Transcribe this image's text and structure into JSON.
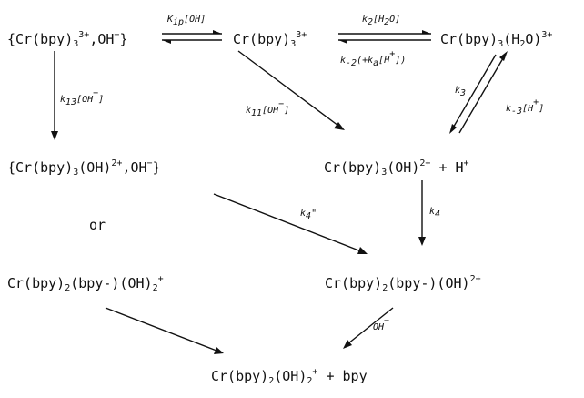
{
  "species": {
    "ion_pair": "{Cr(bpy)3 3+, OH−}",
    "cr_bpy3": "Cr(bpy)3 3+",
    "aqua_complex": "Cr(bpy)3(H2O) 3+",
    "hydroxo_ion_pair": "{Cr(bpy)3(OH) 2+, OH−}",
    "hydroxo_plus_h": "Cr(bpy)3(OH) 2+ + H+",
    "or_label": "or",
    "bpy_radical_left": "Cr(bpy)2(bpy−)(OH)2 +",
    "bpy_radical_right": "Cr(bpy)2(bpy−)(OH) 2+",
    "final_product": "Cr(bpy)2(OH)2 + + bpy"
  },
  "rates": {
    "k_ip": "Kip[OH]",
    "k2": "k2[H2O]",
    "k_minus2": "k−2(+ka[H+])",
    "k13": "k13[OH−]",
    "k11": "k11[OH−]",
    "k3": "k3",
    "k_minus3": "k−3[H+]",
    "k4_double_prime": "k4\"",
    "k4": "k4",
    "oh_minus": "OH−"
  }
}
